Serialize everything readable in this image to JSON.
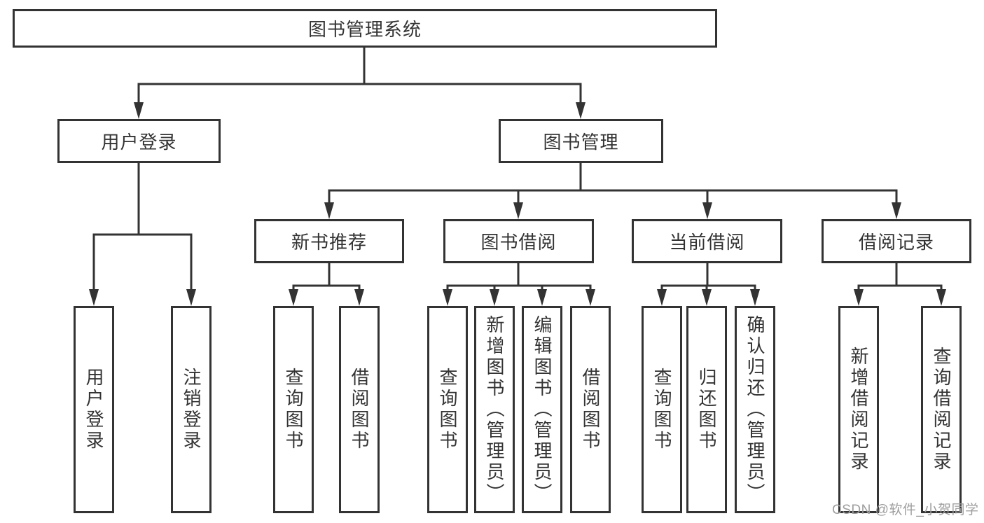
{
  "tree": {
    "root": "图书管理系统",
    "user_login": {
      "label": "用户登录",
      "children": {
        "login": "用户登录",
        "logout": "注销登录"
      }
    },
    "book_mgmt": {
      "label": "图书管理",
      "new_book_rec": {
        "label": "新书推荐",
        "children": {
          "query": "查询图书",
          "borrow": "借阅图书"
        }
      },
      "book_borrow": {
        "label": "图书借阅",
        "children": {
          "query": "查询图书",
          "add": "新增图书（管理员）",
          "edit": "编辑图书（管理员）",
          "borrow": "借阅图书"
        }
      },
      "current_borrow": {
        "label": "当前借阅",
        "children": {
          "query": "查询图书",
          "return": "归还图书",
          "confirm": "确认归还（管理员）"
        }
      },
      "borrow_records": {
        "label": "借阅记录",
        "children": {
          "add": "新增借阅记录",
          "query": "查询借阅记录"
        }
      }
    }
  },
  "watermark": "CSDN @软件_小贺同学",
  "colors": {
    "line": "#333333",
    "text": "#333333",
    "watermark": "#9e9e9e"
  }
}
